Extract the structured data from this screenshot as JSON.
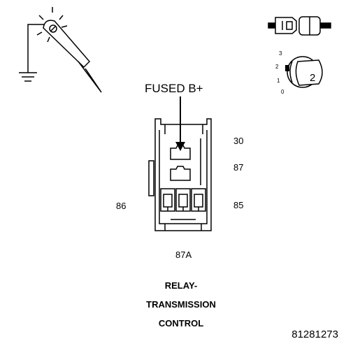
{
  "diagram": {
    "callout": "FUSED B+",
    "pins": {
      "p30": "30",
      "p87": "87",
      "p86": "86",
      "p85": "85",
      "p87a": "87A"
    },
    "caption": [
      "RELAY-",
      "TRANSMISSION",
      "CONTROL"
    ],
    "figure_number": "81281273",
    "ignition_key": {
      "positions": [
        "3",
        "2",
        "1",
        "0"
      ],
      "selected": "2"
    },
    "icons": {
      "probe": "test-light-probe-icon",
      "connector": "connector-icon",
      "ignition": "ignition-switch-icon"
    }
  }
}
